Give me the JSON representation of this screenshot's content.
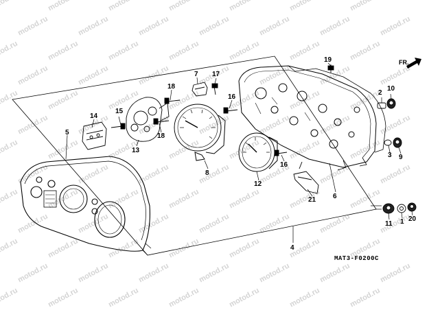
{
  "watermark": "motod.ru",
  "diagram_code": "MAT3-F0200C",
  "direction_label": "FR.",
  "callouts": [
    {
      "id": "1",
      "label": "1"
    },
    {
      "id": "2",
      "label": "2"
    },
    {
      "id": "3",
      "label": "3"
    },
    {
      "id": "4",
      "label": "4"
    },
    {
      "id": "5",
      "label": "5"
    },
    {
      "id": "6",
      "label": "6"
    },
    {
      "id": "7",
      "label": "7"
    },
    {
      "id": "8",
      "label": "8"
    },
    {
      "id": "9",
      "label": "9"
    },
    {
      "id": "10",
      "label": "10"
    },
    {
      "id": "11",
      "label": "11"
    },
    {
      "id": "12",
      "label": "12"
    },
    {
      "id": "13",
      "label": "13"
    },
    {
      "id": "14",
      "label": "14"
    },
    {
      "id": "15",
      "label": "15"
    },
    {
      "id": "16a",
      "label": "16"
    },
    {
      "id": "16b",
      "label": "16"
    },
    {
      "id": "17",
      "label": "17"
    },
    {
      "id": "18a",
      "label": "18"
    },
    {
      "id": "18b",
      "label": "18"
    },
    {
      "id": "19",
      "label": "19"
    },
    {
      "id": "20",
      "label": "20"
    },
    {
      "id": "21",
      "label": "21"
    }
  ]
}
